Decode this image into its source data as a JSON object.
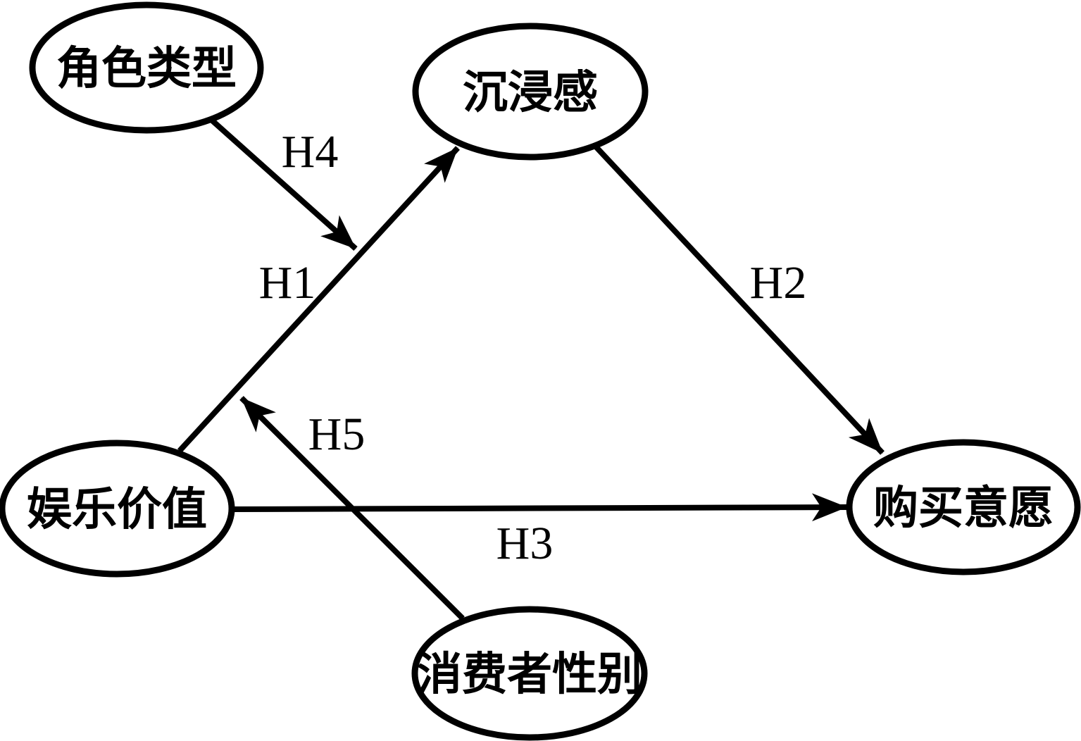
{
  "diagram": {
    "background_color": "#ffffff",
    "stroke_color": "#000000",
    "nodes": [
      {
        "id": "role-type",
        "label": "角色类型"
      },
      {
        "id": "immersion",
        "label": "沉浸感"
      },
      {
        "id": "entertainment-value",
        "label": "娱乐价值"
      },
      {
        "id": "consumer-gender",
        "label": "消费者性别"
      },
      {
        "id": "purchase-intention",
        "label": "购买意愿"
      }
    ],
    "edges": [
      {
        "id": "h1",
        "label": "H1",
        "from": "entertainment-value",
        "to": "immersion",
        "type": "direct"
      },
      {
        "id": "h2",
        "label": "H2",
        "from": "immersion",
        "to": "purchase-intention",
        "type": "direct"
      },
      {
        "id": "h3",
        "label": "H3",
        "from": "entertainment-value",
        "to": "purchase-intention",
        "type": "direct"
      },
      {
        "id": "h4",
        "label": "H4",
        "from": "role-type",
        "to": "h1-path",
        "type": "moderation"
      },
      {
        "id": "h5",
        "label": "H5",
        "from": "consumer-gender",
        "to": "h1-path",
        "type": "moderation"
      }
    ]
  }
}
